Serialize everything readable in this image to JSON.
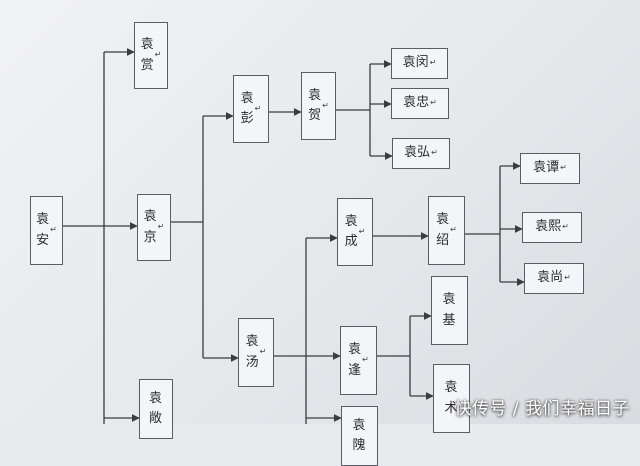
{
  "nodes": {
    "yuan_an": {
      "text": "袁\n安",
      "mark": "↵"
    },
    "yuan_shang_top": {
      "text": "袁\n赏",
      "mark": "↵"
    },
    "yuan_jing": {
      "text": "袁\n京",
      "mark": "↵"
    },
    "yuan_bottom_left": {
      "text": "袁\n敞",
      "mark": ""
    },
    "yuan_peng": {
      "text": "袁\n彭",
      "mark": "↵"
    },
    "yuan_he": {
      "text": "袁\n贺",
      "mark": "↵"
    },
    "yuan_tang": {
      "text": "袁\n汤",
      "mark": "↵"
    },
    "yuan_min": {
      "text": "袁闵",
      "mark": "↵"
    },
    "yuan_zhong": {
      "text": "袁忠",
      "mark": "↵"
    },
    "yuan_hong": {
      "text": "袁弘",
      "mark": "↵"
    },
    "yuan_cheng": {
      "text": "袁\n成",
      "mark": "↵"
    },
    "yuan_shao": {
      "text": "袁\n绍",
      "mark": "↵"
    },
    "yuan_tan": {
      "text": "袁谭",
      "mark": "↵"
    },
    "yuan_xi": {
      "text": "袁熙",
      "mark": "↵"
    },
    "yuan_shang": {
      "text": "袁尚",
      "mark": "↵"
    },
    "yuan_feng": {
      "text": "袁\n逢",
      "mark": "↵"
    },
    "yuan_ji": {
      "text": "袁\n基",
      "mark": ""
    },
    "yuan_shu": {
      "text": "袁\n术",
      "mark": ""
    },
    "yuan_wei": {
      "text": "袁\n隗",
      "mark": ""
    }
  },
  "colors": {
    "line": "#3a3c40",
    "box_border": "#5b5d62"
  },
  "watermark": "快传号 / 我们幸福日子"
}
